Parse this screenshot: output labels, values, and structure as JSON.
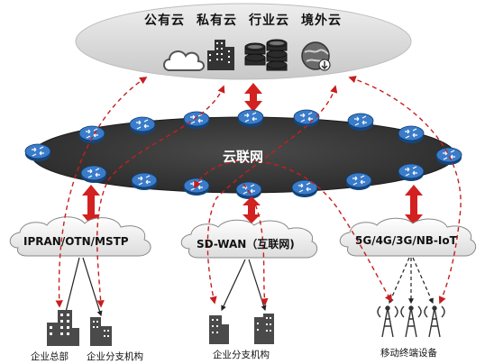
{
  "clouds": {
    "items": [
      "公有云",
      "私有云",
      "行业云",
      "境外云"
    ]
  },
  "backbone": {
    "title": "云联网"
  },
  "access_networks": [
    {
      "label": "IPRAN/OTN/MSTP"
    },
    {
      "label": "SD-WAN（互联网)"
    },
    {
      "label": "5G/4G/3G/NB-IoT"
    }
  ],
  "endpoints": {
    "hq": "企业总部",
    "branch_left": "企业分支机构",
    "branch_mid": "企业分支机构",
    "mobile": "移动终端设备"
  },
  "colors": {
    "cloud_fill": "#d9d9d9",
    "ring_fill": "#3a3a3a",
    "router_fill": "#1f5fa8",
    "accent_red": "#d32020",
    "dash_red": "#c81e1e",
    "building": "#505050"
  }
}
